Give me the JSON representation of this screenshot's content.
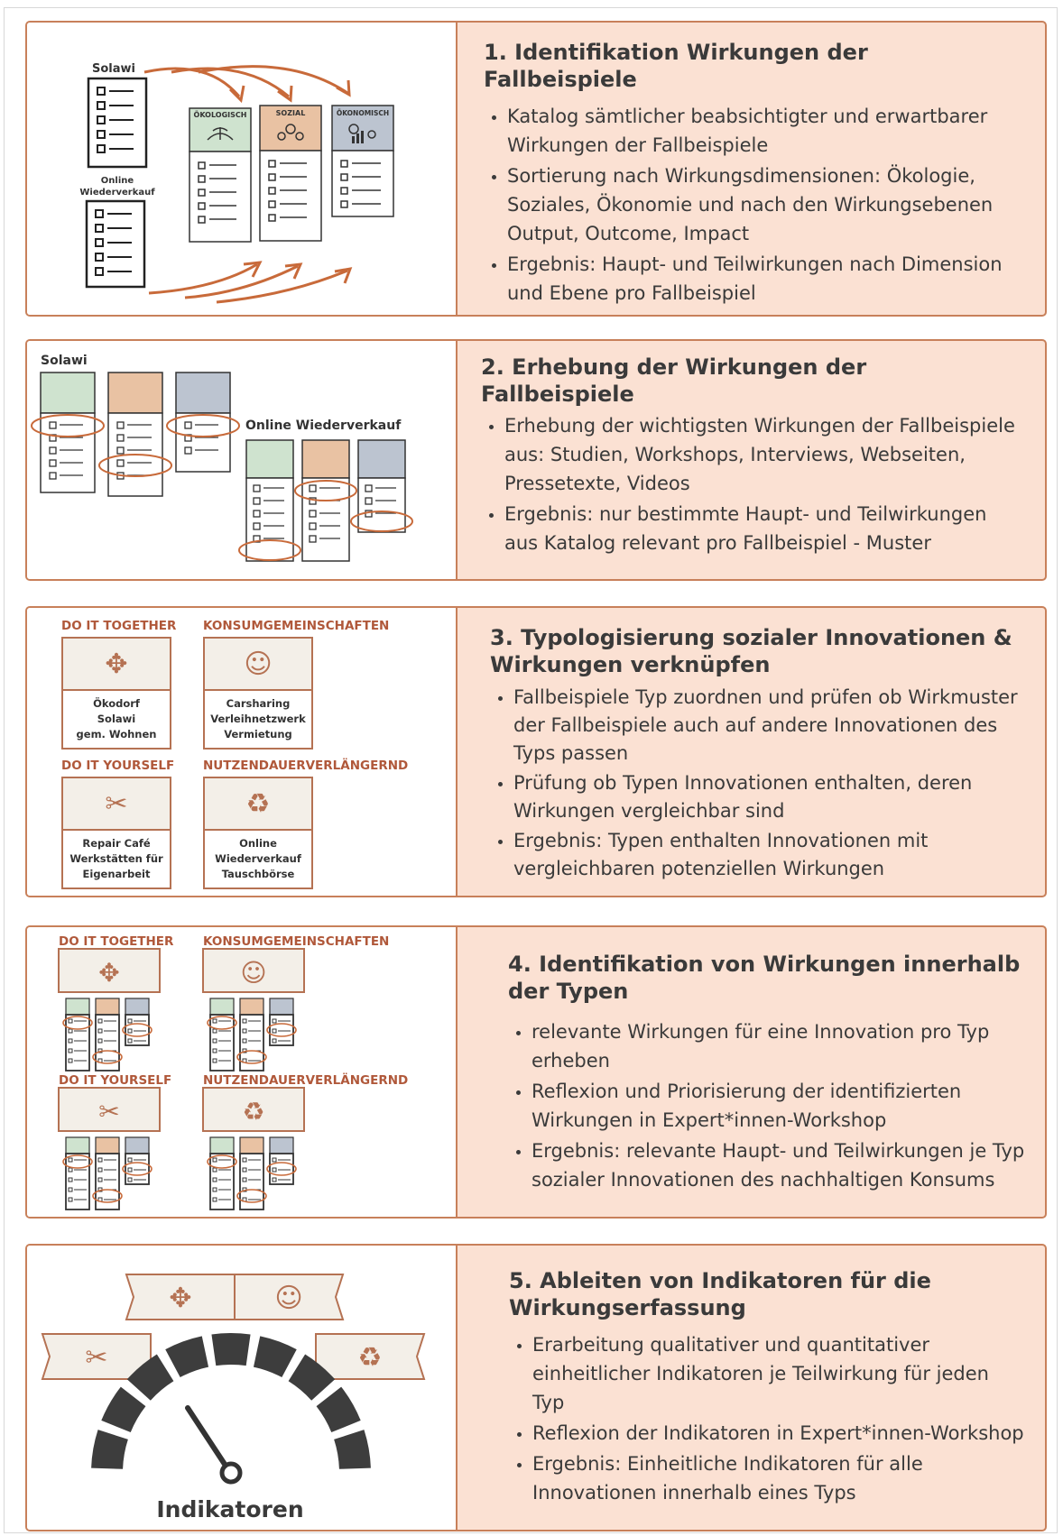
{
  "colors": {
    "border": "#c8805a",
    "panel": "#fbe1d3",
    "oeko": "#cfe3cf",
    "sozial": "#e9c2a3",
    "oekonom": "#bcc4d0",
    "accent": "#b0583a"
  },
  "steps": [
    {
      "title": "1. Identifikation Wirkungen der Fallbeispiele",
      "bullets": [
        "Katalog sämtlicher beabsichtigter und erwartbarer Wirkungen der Fallbeispiele",
        "Sortierung nach Wirkungsdimensionen: Ökologie, Soziales, Ökonomie und nach den Wirkungsebenen Output, Outcome, Impact",
        "Ergebnis: Haupt- und Teilwirkungen nach Dimension und Ebene pro Fallbeispiel"
      ],
      "fig": {
        "case_a": "Solawi",
        "case_b": "Online Wiederverkauf",
        "dim_1": "ÖKOLOGISCH",
        "dim_2": "SOZIAL",
        "dim_3": "ÖKONOMISCH"
      }
    },
    {
      "title": "2. Erhebung der Wirkungen der Fallbeispiele",
      "bullets": [
        "Erhebung der wichtigsten Wirkungen der Fallbeispiele aus:  Studien, Workshops, Interviews, Webseiten, Pressetexte, Videos",
        "Ergebnis: nur bestimmte Haupt- und Teilwirkungen aus Katalog relevant pro Fallbeispiel - Muster"
      ],
      "fig": {
        "case_a": "Solawi",
        "case_b": "Online Wiederverkauf"
      }
    },
    {
      "title": "3. Typologisierung sozialer Innovationen & Wirkungen verknüpfen",
      "bullets": [
        "Fallbeispiele Typ zuordnen und prüfen ob Wirkmuster der Fallbeispiele auch auf andere Innovationen des Typs passen",
        "Prüfung ob Typen Innovationen enthalten, deren Wirkungen vergleichbar sind",
        "Ergebnis: Typen enthalten Innovationen mit vergleichbaren potenziellen Wirkungen"
      ],
      "types": [
        {
          "label": "DO IT TOGETHER",
          "items": "Ökodorf\nSolawi\ngem. Wohnen"
        },
        {
          "label": "KONSUMGEMEINSCHAFTEN",
          "items": "Carsharing\nVerleihnetzwerk\nVermietung"
        },
        {
          "label": "DO IT YOURSELF",
          "items": "Repair Café\nWerkstätten für\nEigenarbeit"
        },
        {
          "label": "NUTZENDAUERVERLÄNGERND",
          "items": "Online\nWiederverkauf\nTauschbörse"
        }
      ]
    },
    {
      "title": "4. Identifikation von Wirkungen innerhalb der Typen",
      "bullets": [
        "relevante Wirkungen für eine Innovation pro Typ erheben",
        "Reflexion und Priorisierung der identifizierten Wirkungen in Expert*innen-Workshop",
        "Ergebnis: relevante Haupt- und Teilwirkungen je Typ sozialer Innovationen des nachhaltigen Konsums"
      ],
      "types": [
        "DO IT TOGETHER",
        "KONSUMGEMEINSCHAFTEN",
        "DO IT YOURSELF",
        "NUTZENDAUERVERLÄNGERND"
      ]
    },
    {
      "title": "5. Ableiten von Indikatoren für die Wirkungserfassung",
      "bullets": [
        "Erarbeitung qualitativer und quantitativer einheitlicher Indikatoren je Teilwirkung für jeden Typ",
        "Reflexion der Indikatoren in Expert*innen-Workshop",
        "Ergebnis: Einheitliche Indikatoren für alle Innovationen innerhalb eines Typs"
      ],
      "gauge_label": "Indikatoren"
    }
  ]
}
